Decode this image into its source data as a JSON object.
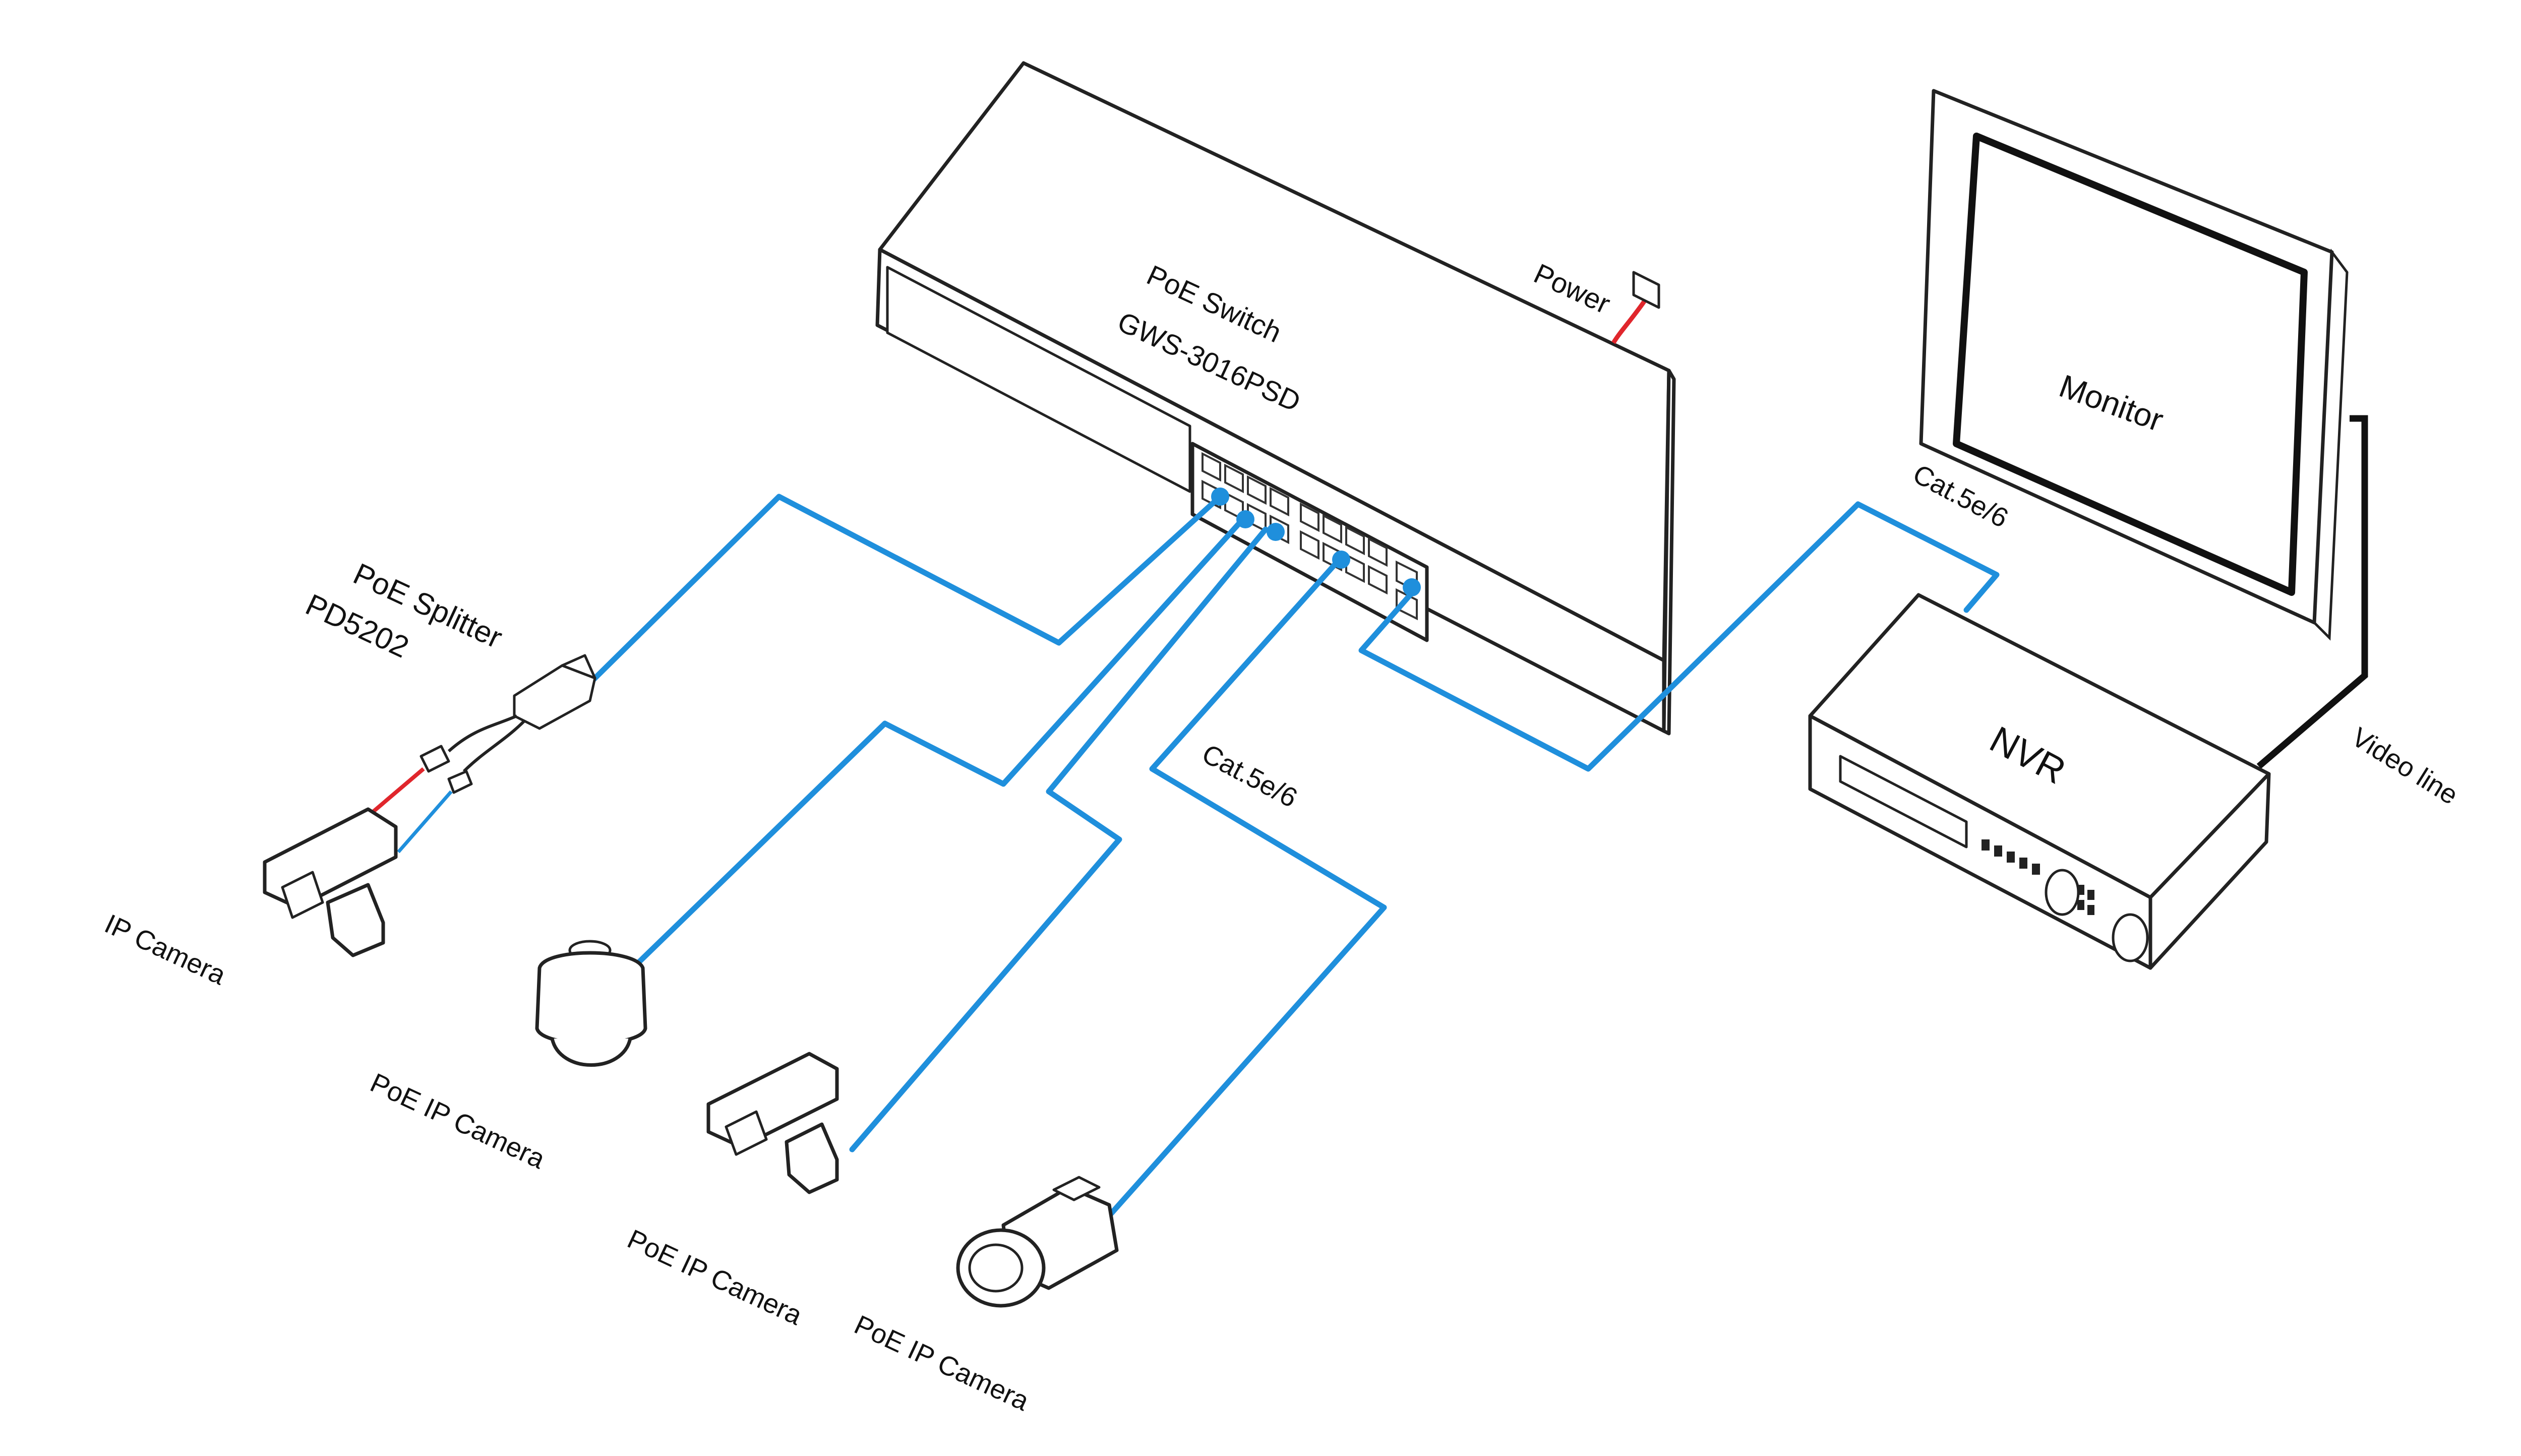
{
  "devices": {
    "switch": {
      "line1": "PoE Switch",
      "line2": "GWS-3016PSD"
    },
    "power_label": "Power",
    "splitter": {
      "line1": "PoE Splitter",
      "line2": "PD5202"
    },
    "monitor_label": "Monitor",
    "nvr_label": "NVR",
    "video_line_label": "Video line"
  },
  "cables": {
    "cat_label_top": "Cat.5e/6",
    "cat_label_mid": "Cat.5e/6"
  },
  "cameras": [
    {
      "label": "IP Camera"
    },
    {
      "label": "PoE IP Camera"
    },
    {
      "label": "PoE IP Camera"
    },
    {
      "label": "PoE IP Camera"
    }
  ],
  "colors": {
    "cable_network": "#1f8fdc",
    "cable_power": "#e0262c",
    "cable_video": "#111111",
    "outline": "#222222"
  }
}
